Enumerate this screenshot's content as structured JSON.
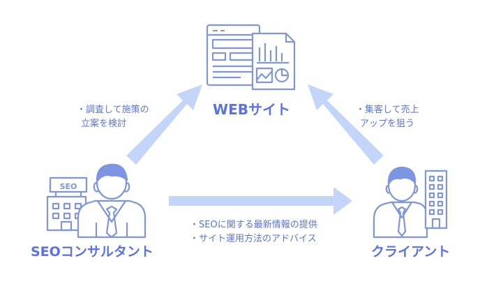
{
  "nodes": {
    "web": {
      "label": "WEBサイト"
    },
    "consultant": {
      "label": "SEOコンサルタント",
      "sign": "SEO"
    },
    "client": {
      "label": "クライアント"
    }
  },
  "notes": {
    "consultant_to_web": [
      "・調査して施策の",
      "立案を検討"
    ],
    "client_to_web": [
      "・集客して売上",
      "アップを狙う"
    ],
    "consultant_to_client": [
      "・SEOに関する最新情報の提供",
      "・サイト運用方法のアドバイス"
    ]
  },
  "colors": {
    "accent": "#5a72e6",
    "icon": "#7d95e3",
    "arrow": "#c3d6f9"
  }
}
